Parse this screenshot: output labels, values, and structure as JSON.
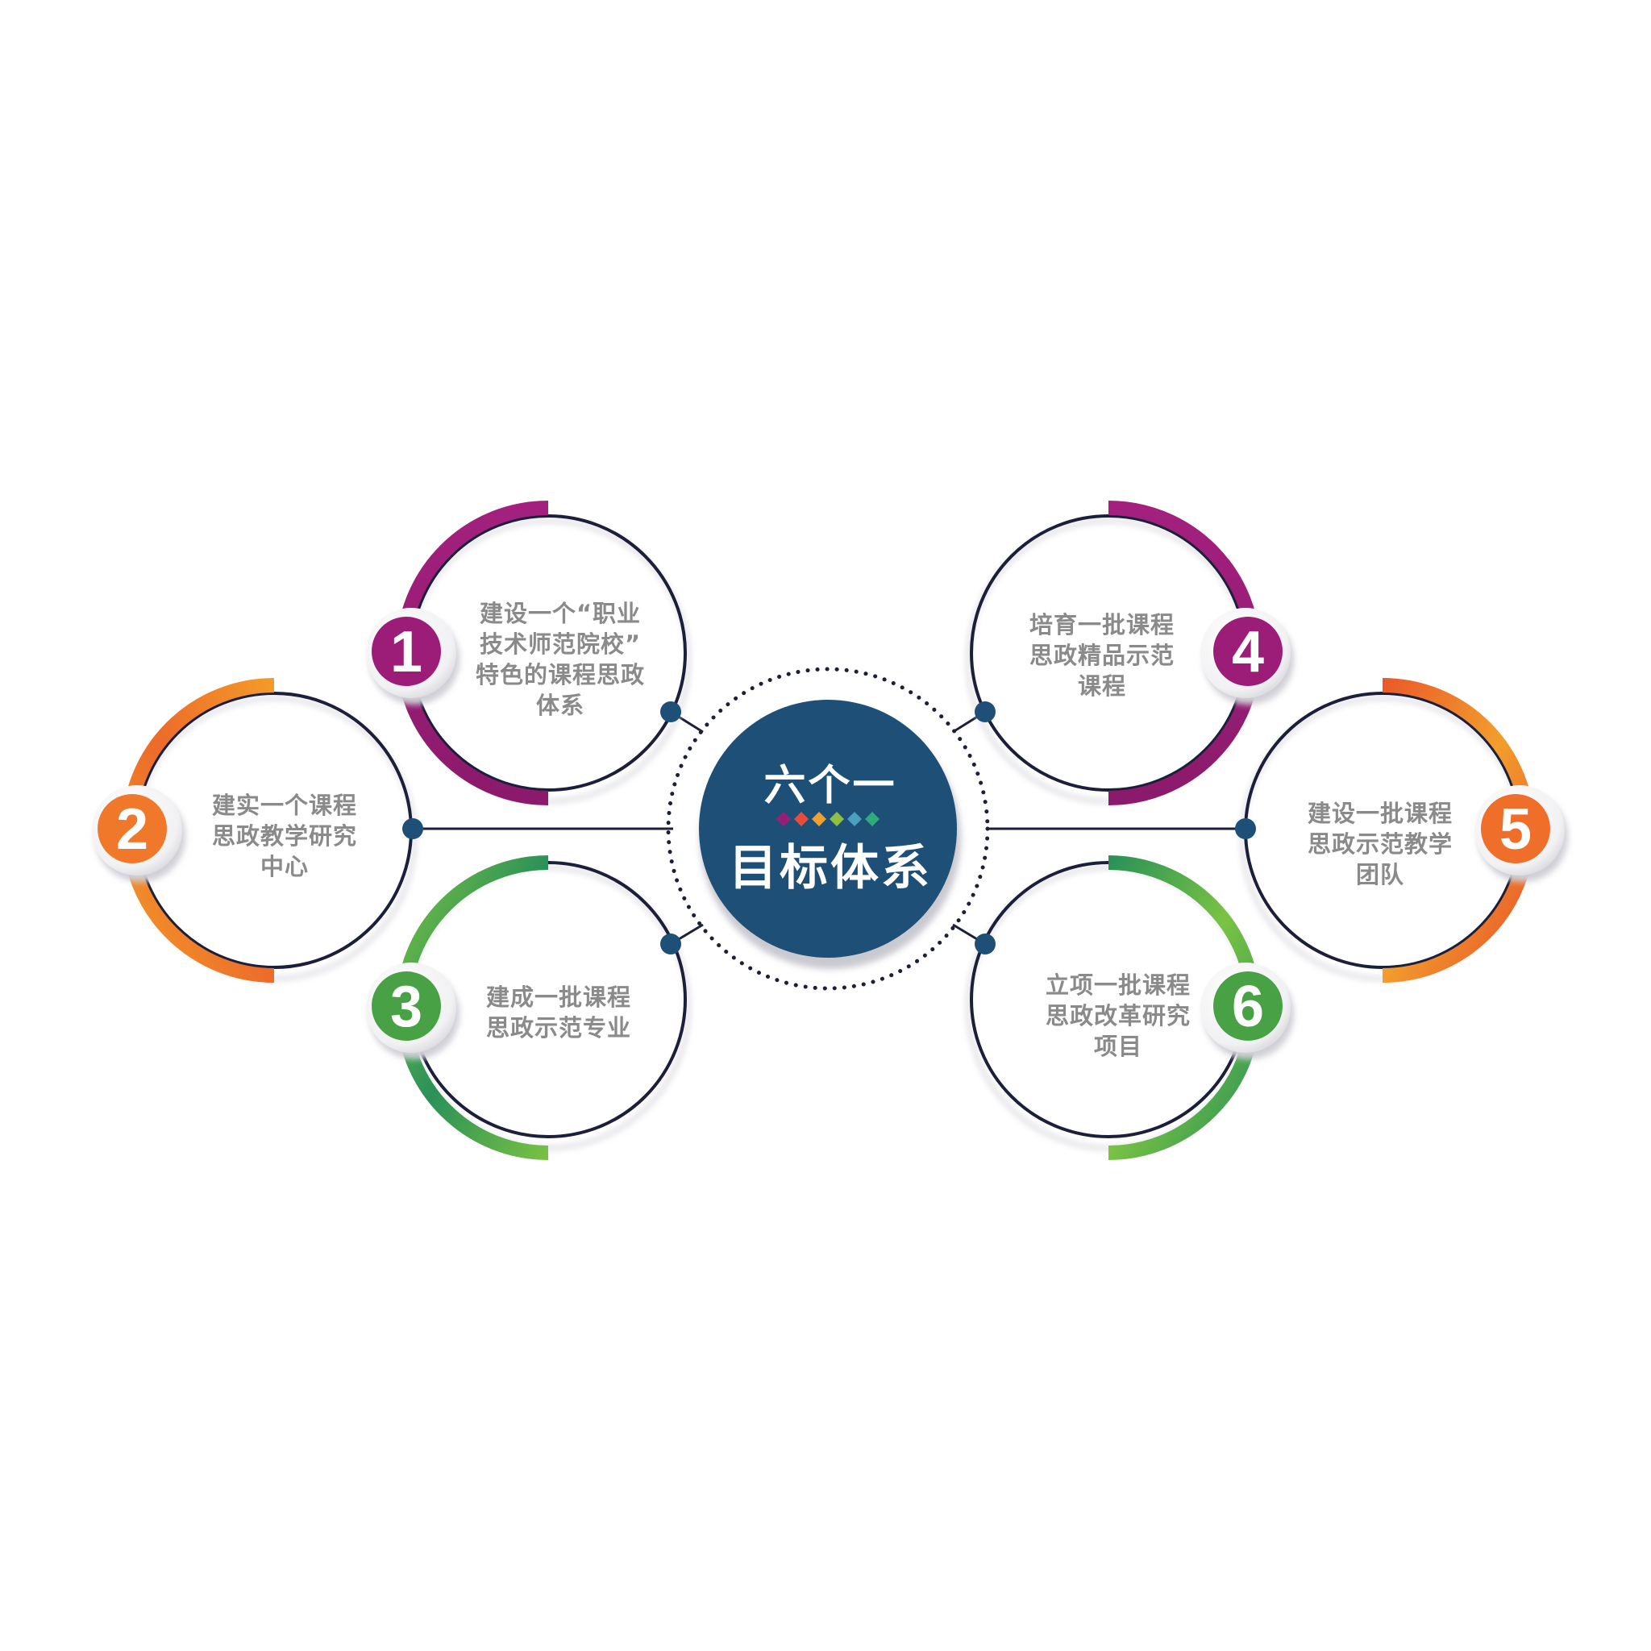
{
  "title": {
    "line1": "六个一",
    "line2": "目标体系"
  },
  "colors": {
    "navy": "#1e4f77",
    "outline": "#1c1f3a",
    "text": "#8a8a8a",
    "purple": "#9b1d78",
    "orange": "#f0782a",
    "green": "#5aac42",
    "dots": [
      "#9b1d78",
      "#e84d3c",
      "#f0a030",
      "#8fc042",
      "#4aa0c0",
      "#2faa7a"
    ]
  },
  "nodes": [
    {
      "number": "1",
      "color": "purple",
      "lines": [
        "建设一个“职业",
        "技术师范院校”",
        "特色的课程思政",
        "体系"
      ]
    },
    {
      "number": "2",
      "color": "orange",
      "lines": [
        "建实一个课程",
        "思政教学研究",
        "中心"
      ]
    },
    {
      "number": "3",
      "color": "green",
      "lines": [
        "建成一批课程",
        "思政示范专业"
      ]
    },
    {
      "number": "4",
      "color": "purple",
      "lines": [
        "培育一批课程",
        "思政精品示范",
        "课程"
      ]
    },
    {
      "number": "5",
      "color": "orange",
      "lines": [
        "建设一批课程",
        "思政示范教学",
        "团队"
      ]
    },
    {
      "number": "6",
      "color": "green",
      "lines": [
        "立项一批课程",
        "思政改革研究",
        "项目"
      ]
    }
  ]
}
